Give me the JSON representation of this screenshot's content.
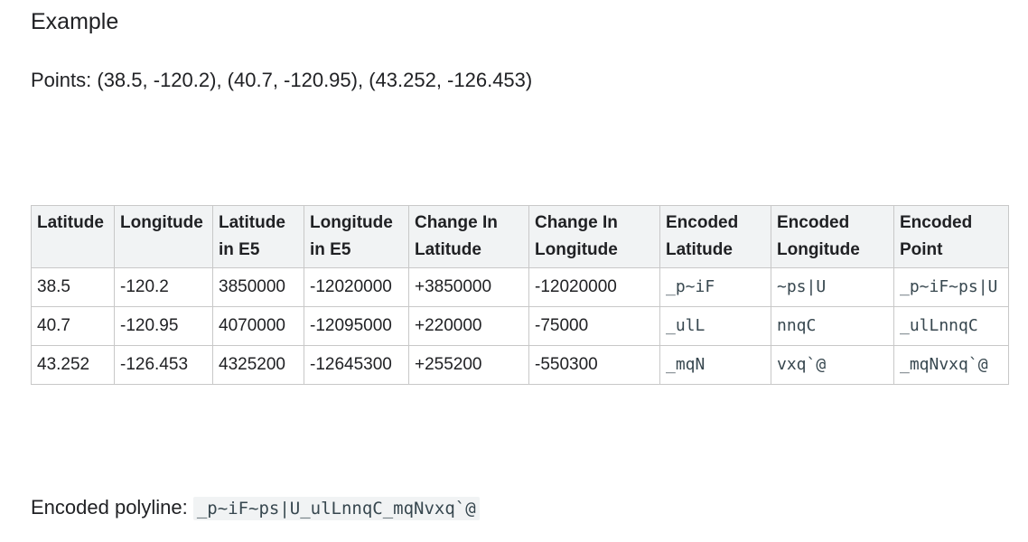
{
  "heading": "Example",
  "points_text": "Points: (38.5, -120.2), (40.7, -120.95), (43.252, -126.453)",
  "table": {
    "headers": [
      [
        "Latitude"
      ],
      [
        "Longitude"
      ],
      [
        "Latitude",
        "in E5"
      ],
      [
        "Longitude",
        "in E5"
      ],
      [
        "Change In",
        "Latitude"
      ],
      [
        "Change In",
        "Longitude"
      ],
      [
        "Encoded",
        "Latitude"
      ],
      [
        "Encoded",
        "Longitude"
      ],
      [
        "Encoded",
        "Point"
      ]
    ],
    "rows": [
      [
        "38.5",
        "-120.2",
        "3850000",
        "-12020000",
        "+3850000",
        "-12020000",
        "_p~iF",
        "~ps|U",
        "_p~iF~ps|U"
      ],
      [
        "40.7",
        "-120.95",
        "4070000",
        "-12095000",
        "+220000",
        "-75000",
        "_ulL",
        "nnqC",
        "_ulLnnqC"
      ],
      [
        "43.252",
        "-126.453",
        "4325200",
        "-12645300",
        "+255200",
        "-550300",
        "_mqN",
        "vxq`@",
        "_mqNvxq`@"
      ]
    ]
  },
  "polyline": {
    "label": "Encoded polyline:",
    "value": "_p~iF~ps|U_ulLnnqC_mqNvxq`@"
  }
}
